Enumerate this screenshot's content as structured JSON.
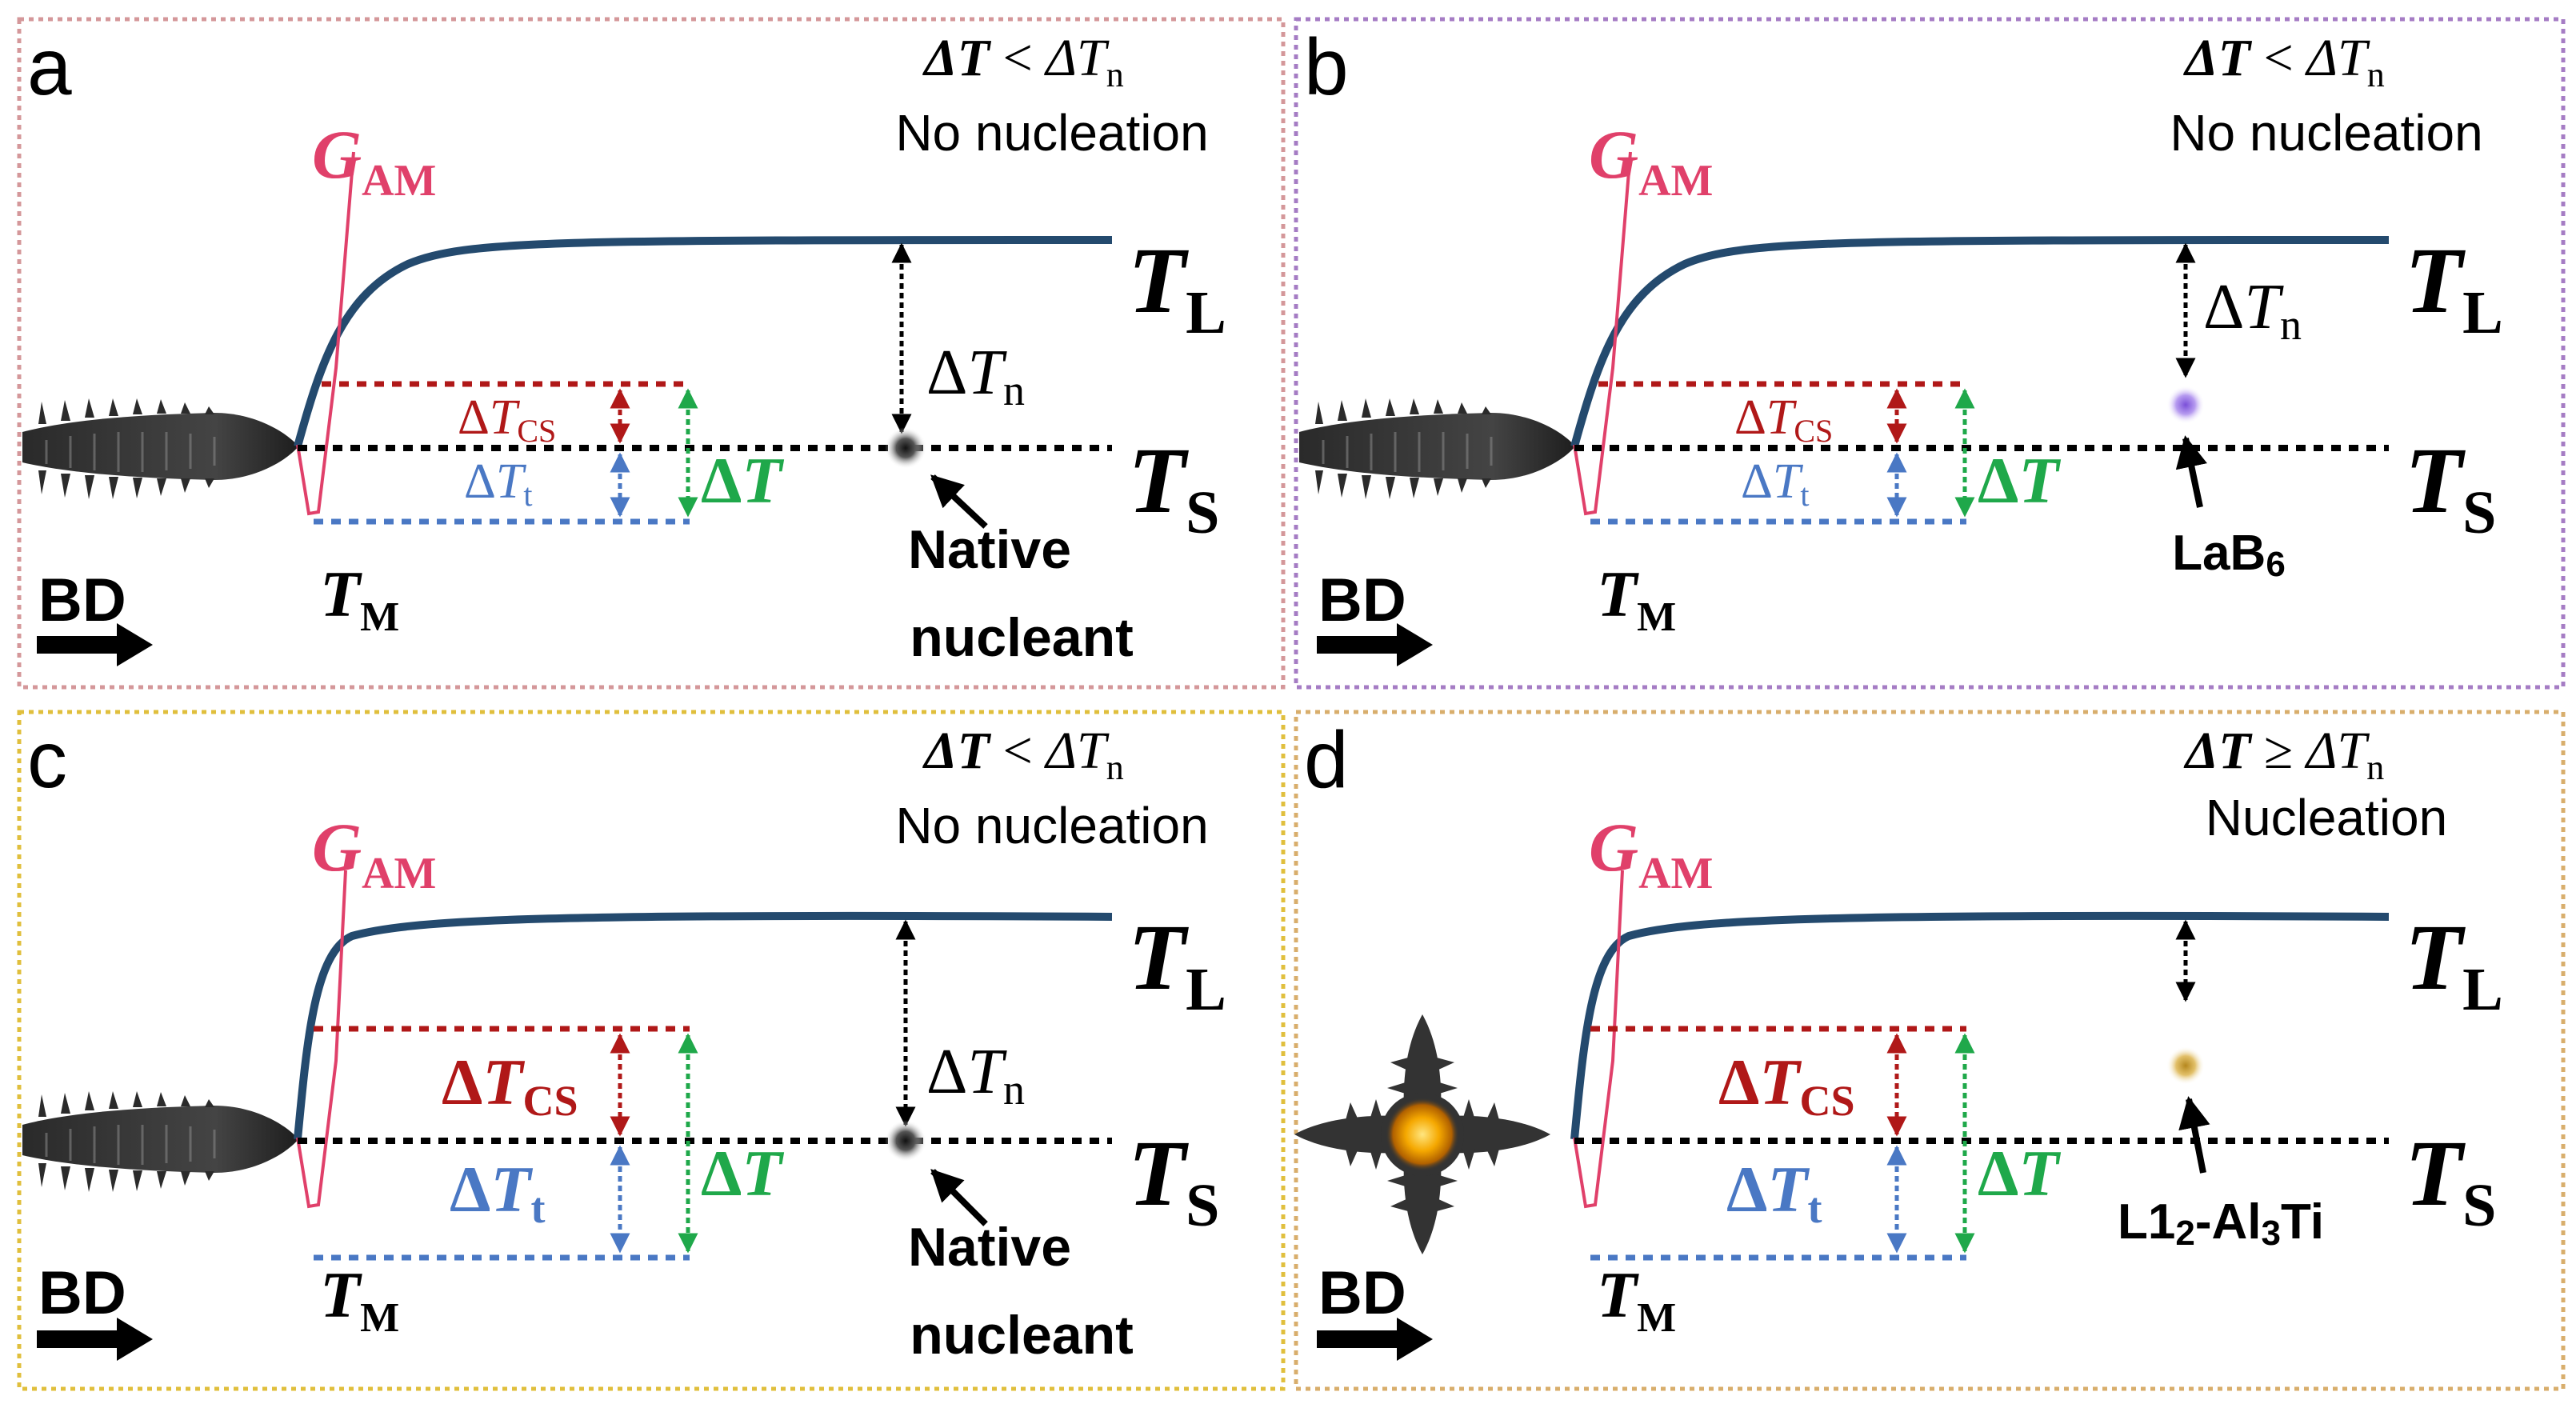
{
  "colors": {
    "liquidus": "#244a6e",
    "gradient": "#e0406a",
    "dT_cs": "#b01818",
    "dT_t": "#4a78c4",
    "dT_total": "#1fa84a",
    "solidus": "#000000",
    "border_a": "#d4979a",
    "border_b": "#a57cc4",
    "border_c": "#e0bf3d",
    "border_d": "#d8ae6c",
    "native_nucleant": "#505050",
    "lab6": "#a37ae0",
    "al3ti": "#d2a53a"
  },
  "icons": {
    "dendrite_columnar": "columnar-dendrite-icon",
    "dendrite_equiaxed": "equiaxed-dendrite-icon",
    "build_direction": "right-arrow-icon"
  },
  "common": {
    "g_symbol": "G",
    "g_sub": "AM",
    "t_symbol": "T",
    "tl_sub": "L",
    "ts_sub": "S",
    "tm_sub": "M",
    "delta": "Δ",
    "cs_sub": "CS",
    "t_sub": "t",
    "n_sub": "n",
    "bd": "BD"
  },
  "panels": {
    "a": {
      "letter": "a",
      "cond_lhs": "ΔT",
      "cond_op": " < ",
      "cond_rhs_main": "ΔT",
      "cond_rhs_sub": "n",
      "status": "No nucleation",
      "nucleant_line1": "Native",
      "nucleant_line2": "nucleant"
    },
    "b": {
      "letter": "b",
      "cond_lhs": "ΔT",
      "cond_op": " < ",
      "cond_rhs_main": "ΔT",
      "cond_rhs_sub": "n",
      "status": "No nucleation",
      "nucleant_label": "LaB",
      "nucleant_label_sub": "6"
    },
    "c": {
      "letter": "c",
      "cond_lhs": "ΔT",
      "cond_op": " < ",
      "cond_rhs_main": "ΔT",
      "cond_rhs_sub": "n",
      "status": "No nucleation",
      "nucleant_line1": "Native",
      "nucleant_line2": "nucleant"
    },
    "d": {
      "letter": "d",
      "cond_lhs": "ΔT",
      "cond_op": " ≥ ",
      "cond_rhs_main": "ΔT",
      "cond_rhs_sub": "n",
      "status": "Nucleation",
      "nucleant_pre": "L1",
      "nucleant_sub1": "2",
      "nucleant_mid": "-Al",
      "nucleant_sub2": "3",
      "nucleant_post": "Ti"
    }
  }
}
